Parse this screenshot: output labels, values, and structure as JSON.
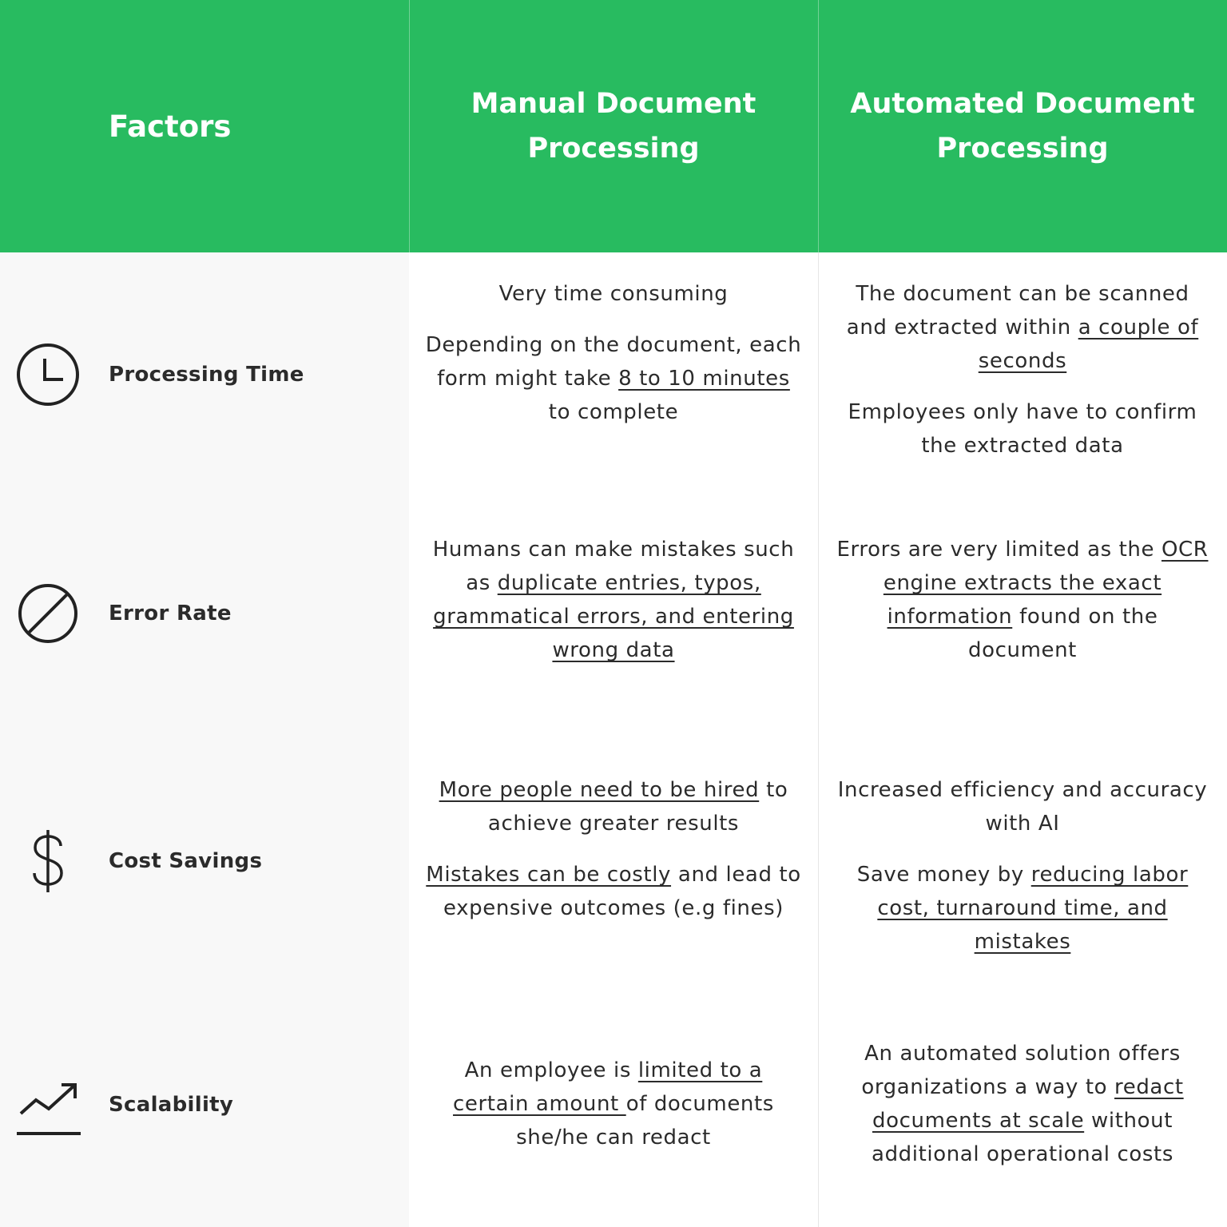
{
  "header": {
    "factors": "Factors",
    "manual": "Manual Document Processing",
    "automated": "Automated Document Processing"
  },
  "rows": [
    {
      "factor": "Processing Time",
      "icon": "clock-icon",
      "manual": [
        [
          {
            "t": "Very time consuming"
          }
        ],
        [
          {
            "t": "Depending on the document, each form might take "
          },
          {
            "t": "8 to 10 minutes",
            "u": true
          },
          {
            "t": " to complete"
          }
        ]
      ],
      "automated": [
        [
          {
            "t": "The document can be scanned and extracted within "
          },
          {
            "t": "a couple of seconds",
            "u": true
          }
        ],
        [
          {
            "t": "Employees only have to confirm the extracted data"
          }
        ]
      ]
    },
    {
      "factor": "Error Rate",
      "icon": "prohibited-icon",
      "manual": [
        [
          {
            "t": "Humans can make mistakes such as "
          },
          {
            "t": "duplicate entries, typos, grammatical errors, and entering wrong data",
            "u": true
          }
        ]
      ],
      "automated": [
        [
          {
            "t": "Errors are very limited as the "
          },
          {
            "t": "OCR engine extracts the exact information",
            "u": true
          },
          {
            "t": " found on the document"
          }
        ]
      ]
    },
    {
      "factor": "Cost Savings",
      "icon": "dollar-icon",
      "manual": [
        [
          {
            "t": "More people need to be hired",
            "u": true
          },
          {
            "t": " to achieve greater results"
          }
        ],
        [
          {
            "t": "Mistakes can be costly",
            "u": true
          },
          {
            "t": " and lead to expensive outcomes (e.g fines)"
          }
        ]
      ],
      "automated": [
        [
          {
            "t": "Increased efficiency and accuracy with AI"
          }
        ],
        [
          {
            "t": "Save money by "
          },
          {
            "t": "reducing labor cost, turnaround time, and mistakes",
            "u": true
          }
        ]
      ]
    },
    {
      "factor": "Scalability",
      "icon": "trending-up-icon",
      "manual": [
        [
          {
            "t": "An employee is "
          },
          {
            "t": "limited to a certain amount ",
            "u": true
          },
          {
            "t": "of documents she/he can redact"
          }
        ]
      ],
      "automated": [
        [
          {
            "t": "An automated solution offers organizations a way to "
          },
          {
            "t": "redact documents at scale",
            "u": true
          },
          {
            "t": " without additional operational costs"
          }
        ]
      ]
    }
  ],
  "colors": {
    "header": "#28bb60",
    "left_column": "#f8f8f8",
    "text": "#2b2b2b"
  }
}
